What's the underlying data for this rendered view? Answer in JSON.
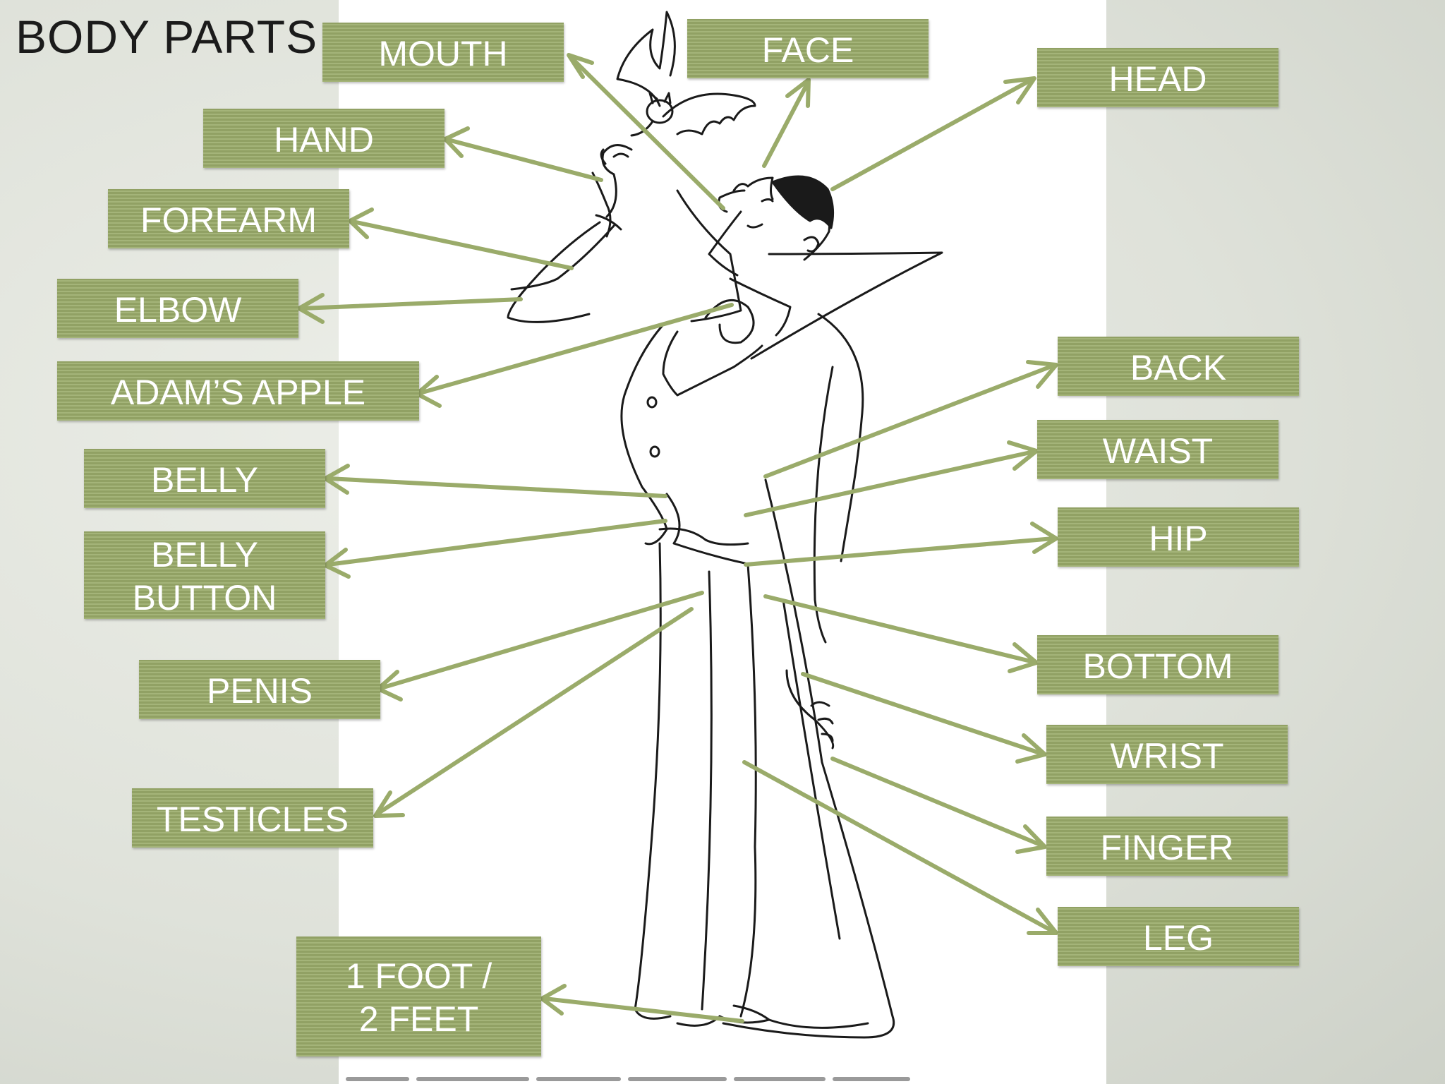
{
  "title": "BODY PARTS",
  "colors": {
    "label_bg": "#9aab6a",
    "arrow": "#9aab6a",
    "label_text": "#ffffff"
  },
  "labels": {
    "mouth": "MOUTH",
    "face": "FACE",
    "head": "HEAD",
    "hand": "HAND",
    "forearm": "FOREARM",
    "elbow": "ELBOW",
    "adams_apple": "ADAM’S APPLE",
    "belly": "BELLY",
    "belly_button_1": "BELLY",
    "belly_button_2": "BUTTON",
    "penis": "PENIS",
    "testicles": "TESTICLES",
    "foot_1": "1 FOOT /",
    "foot_2": "2 FEET",
    "back": "BACK",
    "waist": "WAIST",
    "hip": "HIP",
    "bottom": "BOTTOM",
    "wrist": "WRIST",
    "finger": "FINGER",
    "leg": "LEG"
  }
}
